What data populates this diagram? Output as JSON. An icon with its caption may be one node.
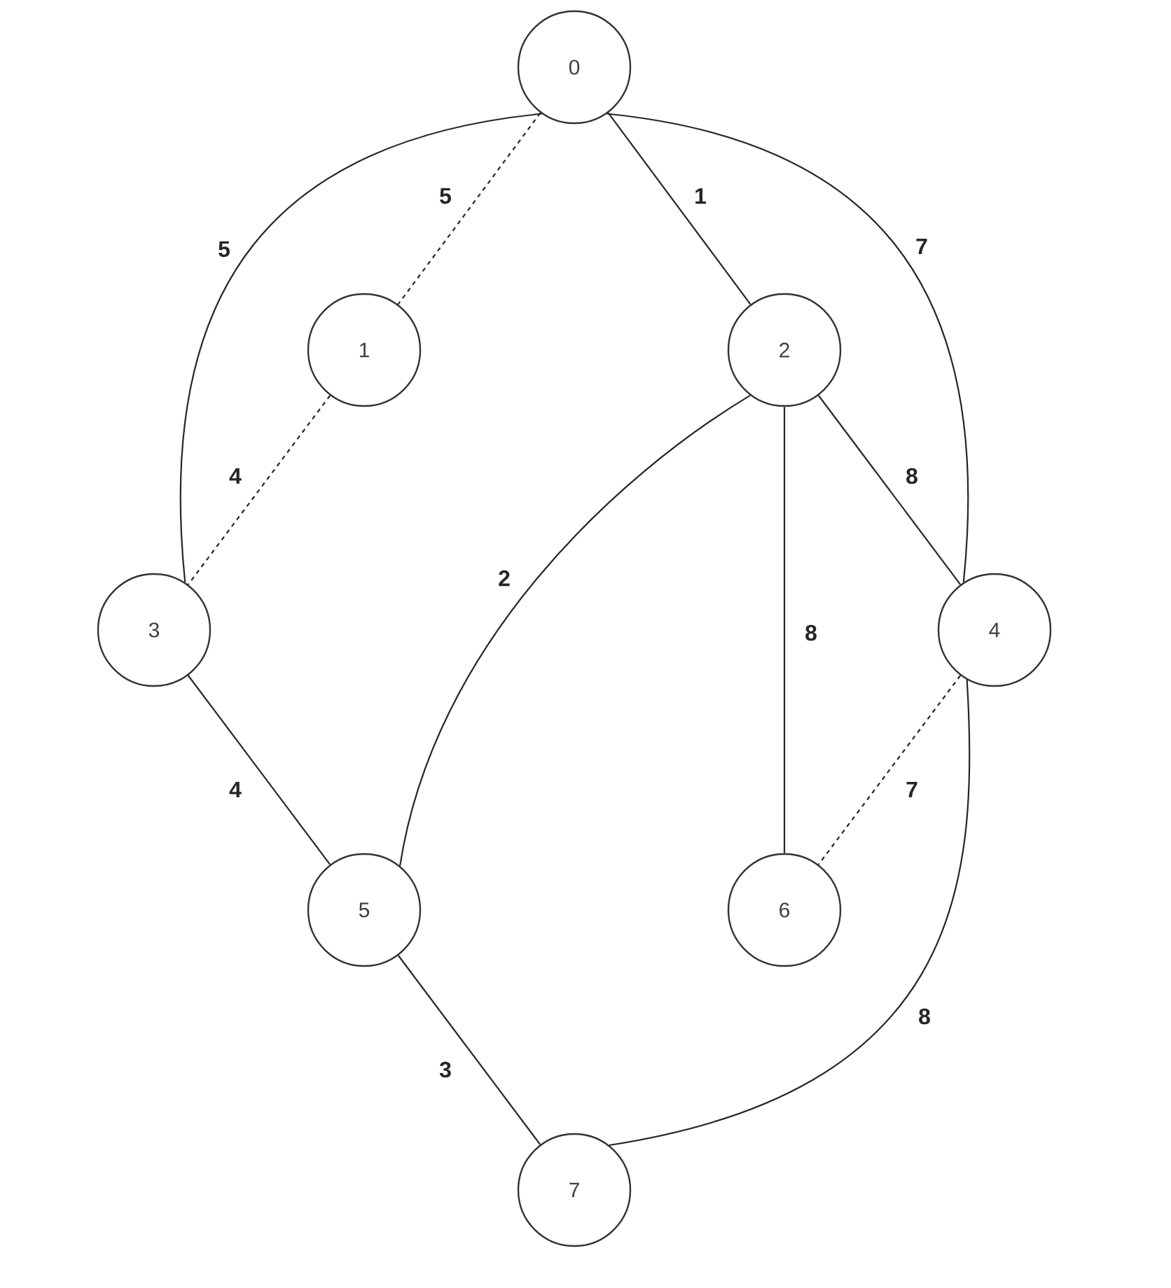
{
  "diagram": {
    "nodes": [
      {
        "text": [
          "0"
        ]
      },
      {
        "text": [
          "1"
        ]
      },
      {
        "text": [
          "2"
        ]
      },
      {
        "text": [
          "3"
        ]
      },
      {
        "text": [
          "4"
        ]
      },
      {
        "text": [
          "5"
        ]
      },
      {
        "text": [
          "6"
        ]
      },
      {
        "text": [
          "7"
        ]
      }
    ],
    "edges": [
      {
        "from": 0,
        "to": 3,
        "arrow": "none",
        "label": "5"
      },
      {
        "from": 0,
        "to": 1,
        "arrow": "none",
        "label": "5",
        "style": "dashed"
      },
      {
        "from": 0,
        "to": 2,
        "arrow": "none",
        "label": "1"
      },
      {
        "from": 0,
        "to": 4,
        "arrow": "none",
        "label": "7"
      },
      {
        "from": 1,
        "to": 3,
        "arrow": "none",
        "label": "4",
        "style": "dashed"
      },
      {
        "from": 2,
        "to": 4,
        "arrow": "none",
        "label": "8"
      },
      {
        "from": 2,
        "to": 5,
        "arrow": "none",
        "label": "2"
      },
      {
        "from": 2,
        "to": 6,
        "arrow": "none",
        "label": "8"
      },
      {
        "from": 4,
        "to": 6,
        "arrow": "none",
        "label": "7",
        "style": "dashed"
      },
      {
        "from": 3,
        "to": 5,
        "arrow": "none",
        "label": "4"
      },
      {
        "from": 4,
        "to": 7,
        "arrow": "none",
        "label": "8"
      },
      {
        "from": 5,
        "to": 7,
        "arrow": "none",
        "label": "3"
      }
    ]
  }
}
